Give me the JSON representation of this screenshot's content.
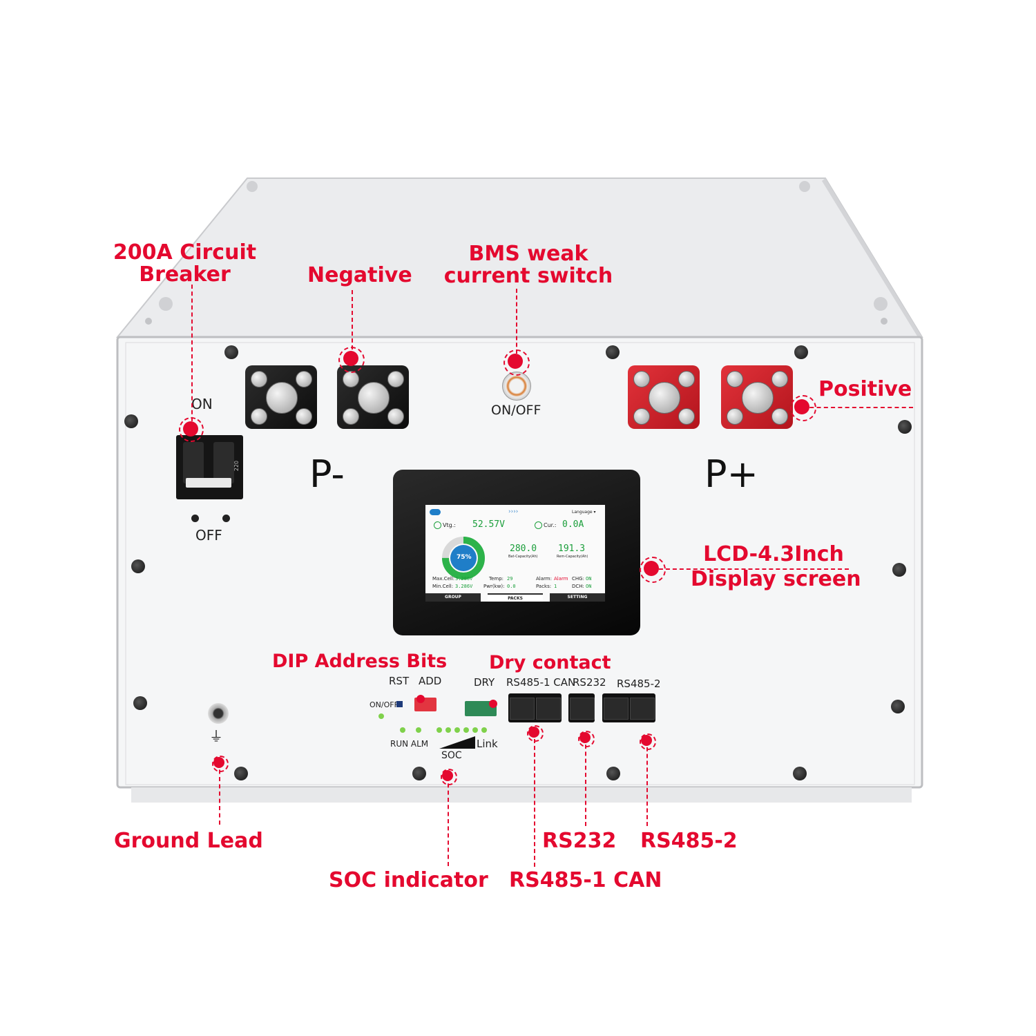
{
  "callouts": {
    "breaker_line1": "200A Circuit",
    "breaker_line2": "Breaker",
    "negative": "Negative",
    "bms_line1": "BMS weak",
    "bms_line2": "current switch",
    "positive": "Positive",
    "lcd_line1": "LCD-4.3Inch",
    "lcd_line2": "Display screen",
    "dip": "DIP Address Bits",
    "dry": "Dry contact",
    "ground": "Ground Lead",
    "soc": "SOC indicator",
    "rs232": "RS232",
    "rs485_2": "RS485-2",
    "rs485_1": "RS485-1 CAN"
  },
  "panel": {
    "on": "ON",
    "off": "OFF",
    "breaker_rating": "220",
    "onoff_switch": "ON/OFF",
    "p_minus": "P-",
    "p_plus": "P+",
    "rst": "RST",
    "add": "ADD",
    "dry": "DRY",
    "port1": "RS485-1 CAN",
    "port2": "RS232",
    "port3": "RS485-2",
    "onoff_small": "ON/OFF",
    "run_alm": "RUN ALM",
    "link": "Link",
    "soc": "SOC",
    "ground_symbol": "⏚"
  },
  "screen": {
    "arrows": "››››",
    "language": "Language ▾",
    "vtg_label": "Vtg.:",
    "vtg_value": "52.57V",
    "cur_label": "Cur.:",
    "cur_value": "0.0A",
    "soc_percent": "75%",
    "soc_fraction": 0.75,
    "bat_capacity_value": "280.0",
    "bat_capacity_label": "Bat-Capacity(Ah)",
    "rem_capacity_value": "191.3",
    "rem_capacity_label": "Rem-Capacity(Ah)",
    "max_cell_label": "Max.Cell:",
    "max_cell_value": "3.286V",
    "min_cell_label": "Min.Cell:",
    "min_cell_value": "3.286V",
    "temp_label": "Temp:",
    "temp_value": "29",
    "pwr_label": "Pwr(kw):",
    "pwr_value": "0.0",
    "alarm_label": "Alarm:",
    "alarm_value": "Alarm",
    "packs_label": "Packs:",
    "packs_value": "1",
    "chg_label": "CHG:",
    "chg_value": "ON",
    "dch_label": "DCH:",
    "dch_value": "ON",
    "tab_group": "GROUP",
    "tab_packs": "PACKS",
    "tab_setting": "SETTING"
  },
  "colors": {
    "accent": "#e4092f",
    "screen_green": "#1a9e3a",
    "gauge_green": "#2db34a",
    "gauge_blue": "#1f7ec8"
  }
}
